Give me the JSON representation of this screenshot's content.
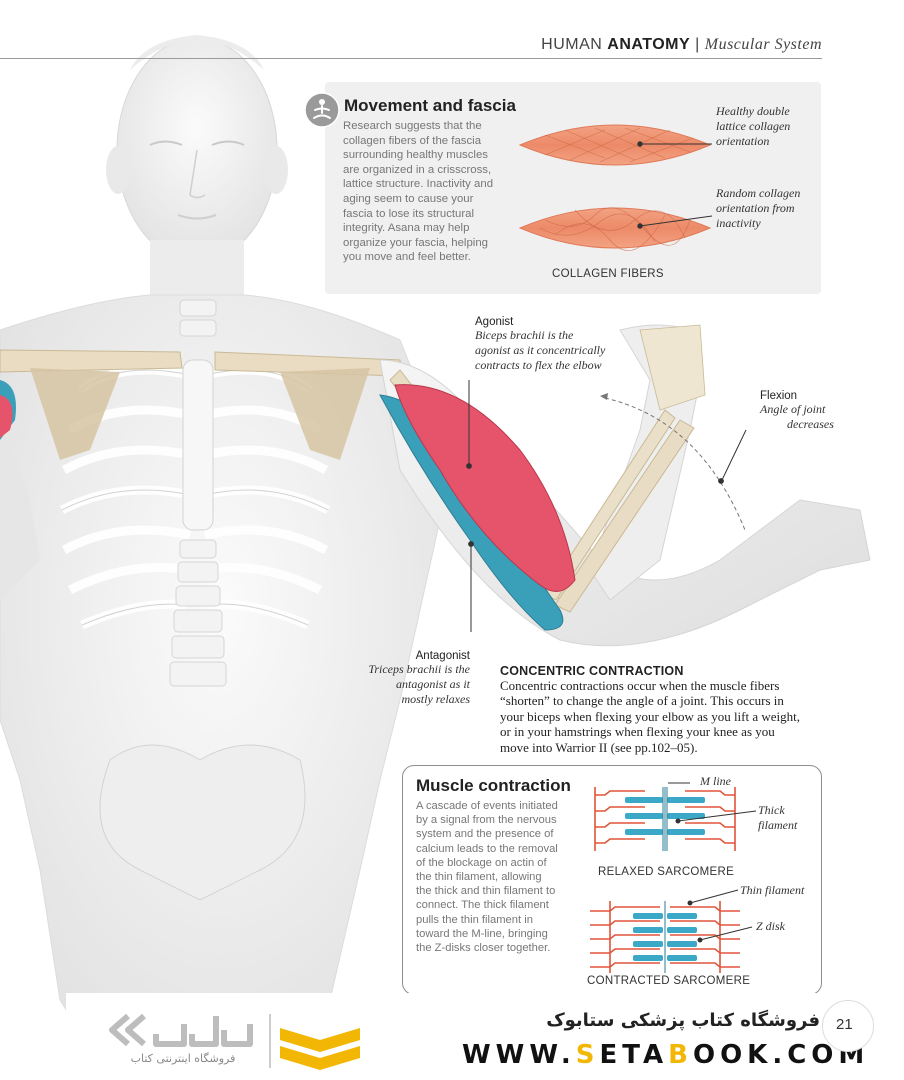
{
  "header": {
    "section": "HUMAN",
    "section_bold": "ANATOMY",
    "separator": "|",
    "subtitle": "Muscular System"
  },
  "fascia_box": {
    "title": "Movement and fascia",
    "lines": [
      "Research suggests that the",
      "collagen fibers of the fascia",
      "surrounding healthy muscles",
      "are organized in a crisscross,",
      "lattice structure. Inactivity and",
      "aging seem to cause your",
      "fascia to lose its structural",
      "integrity. Asana may help",
      "organize your fascia, helping",
      "you move and feel better."
    ],
    "label_healthy": [
      "Healthy double",
      "lattice collagen",
      "orientation"
    ],
    "label_random": [
      "Random collagen",
      "orientation from",
      "inactivity"
    ],
    "caption": "COLLAGEN FIBERS"
  },
  "labels": {
    "agonist_title": "Agonist",
    "agonist_desc": [
      "Biceps brachii is the",
      "agonist as it concentrically",
      "contracts to flex the elbow"
    ],
    "flexion_title": "Flexion",
    "flexion_desc": [
      "Angle of joint",
      "decreases"
    ],
    "antagonist_title": "Antagonist",
    "antagonist_desc": [
      "Triceps brachii is the",
      "antagonist as it",
      "mostly relaxes"
    ]
  },
  "concentric": {
    "title": "CONCENTRIC CONTRACTION",
    "lines": [
      "Concentric contractions occur when the muscle fibers",
      "“shorten” to change the angle of a joint. This occurs in",
      "your biceps when flexing your elbow as you lift a weight,",
      "or in your hamstrings when flexing your knee as you",
      "move into Warrior II (see pp.102–05)."
    ]
  },
  "contraction_box": {
    "title": "Muscle contraction",
    "lines": [
      "A cascade of events initiated",
      "by a signal from the nervous",
      "system and the presence of",
      "calcium leads to the removal",
      "of the blockage on actin of",
      "the thin filament, allowing",
      "the thick and thin filament to",
      "connect. The thick filament",
      "pulls the thin filament in",
      "toward the M-line, bringing",
      "the Z-disks closer together."
    ],
    "m_line": "M line",
    "thick_filament": [
      "Thick",
      "filament"
    ],
    "relaxed": "RELAXED SARCOMERE",
    "thin_filament": "Thin filament",
    "z_disk": "Z disk",
    "contracted": "CONTRACTED SARCOMERE"
  },
  "footer": {
    "store_fa": "فروشگاه کتاب پزشکی ستابوک",
    "url_a": "WWW.",
    "url_s": "S",
    "url_b": "ETA",
    "url_c": "B",
    "url_d": "OOK.COM",
    "logo_fa": "فروشگاه اینترنتی کتاب",
    "page_number": "21"
  },
  "colors": {
    "muscle_red": "#e5546a",
    "muscle_blue": "#3a9fb8",
    "bone": "#e8dcc4",
    "body": "#eeeeee",
    "accent_yellow": "#f2b705",
    "sarcomere_red": "#e0543a"
  }
}
